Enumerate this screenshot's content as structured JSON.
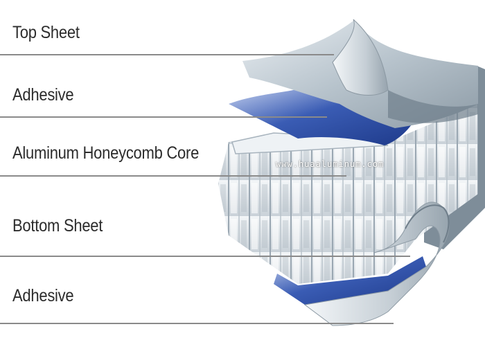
{
  "layers": [
    {
      "label": "Top Sheet"
    },
    {
      "label": "Adhesive"
    },
    {
      "label": "Aluminum Honeycomb Core"
    },
    {
      "label": "Bottom Sheet"
    },
    {
      "label": "Adhesive"
    }
  ],
  "watermark": "www.huaaluminum.com",
  "colors": {
    "sheet": "#b8c4cd",
    "adhesive": "#3a5cb4",
    "core": "#dde3e8",
    "rule": "#8a8a8a",
    "text": "#2c2c2c"
  }
}
